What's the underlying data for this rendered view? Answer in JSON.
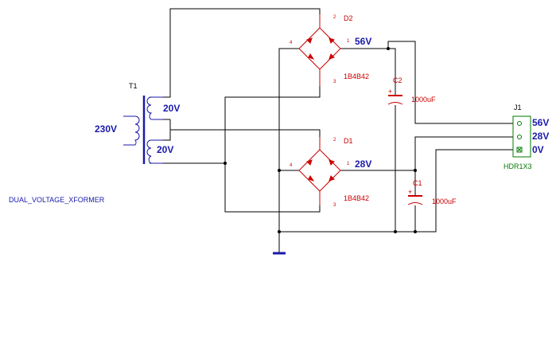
{
  "colors": {
    "wire": "#000000",
    "component": "#cc0000",
    "net_label": "#1a1aaa",
    "connector": "#007a00"
  },
  "labels": {
    "title_note": "DUAL_VOLTAGE_XFORMER",
    "transformer_ref": "T1",
    "primary_voltage": "230V",
    "secondary_upper": "20V",
    "secondary_lower": "20V",
    "d2_ref": "D2",
    "d2_part": "1B4B42",
    "d2_out": "56V",
    "d1_ref": "D1",
    "d1_part": "1B4B42",
    "d1_out": "28V",
    "c2_ref": "C2",
    "c2_value": "1000uF",
    "c1_ref": "C1",
    "c1_value": "1000uF",
    "j1_ref": "J1",
    "j1_part": "HDR1X3",
    "j1_pin1": "56V",
    "j1_pin2": "28V",
    "j1_pin3": "0V",
    "pin_1": "1",
    "pin_2": "2",
    "pin_3": "3",
    "pin_4": "4"
  },
  "icons": {
    "transformer": "transformer-icon",
    "bridge": "bridge-rectifier-icon",
    "capacitor": "polarized-capacitor-icon",
    "ground": "ground-icon",
    "connector": "header-connector-icon"
  }
}
